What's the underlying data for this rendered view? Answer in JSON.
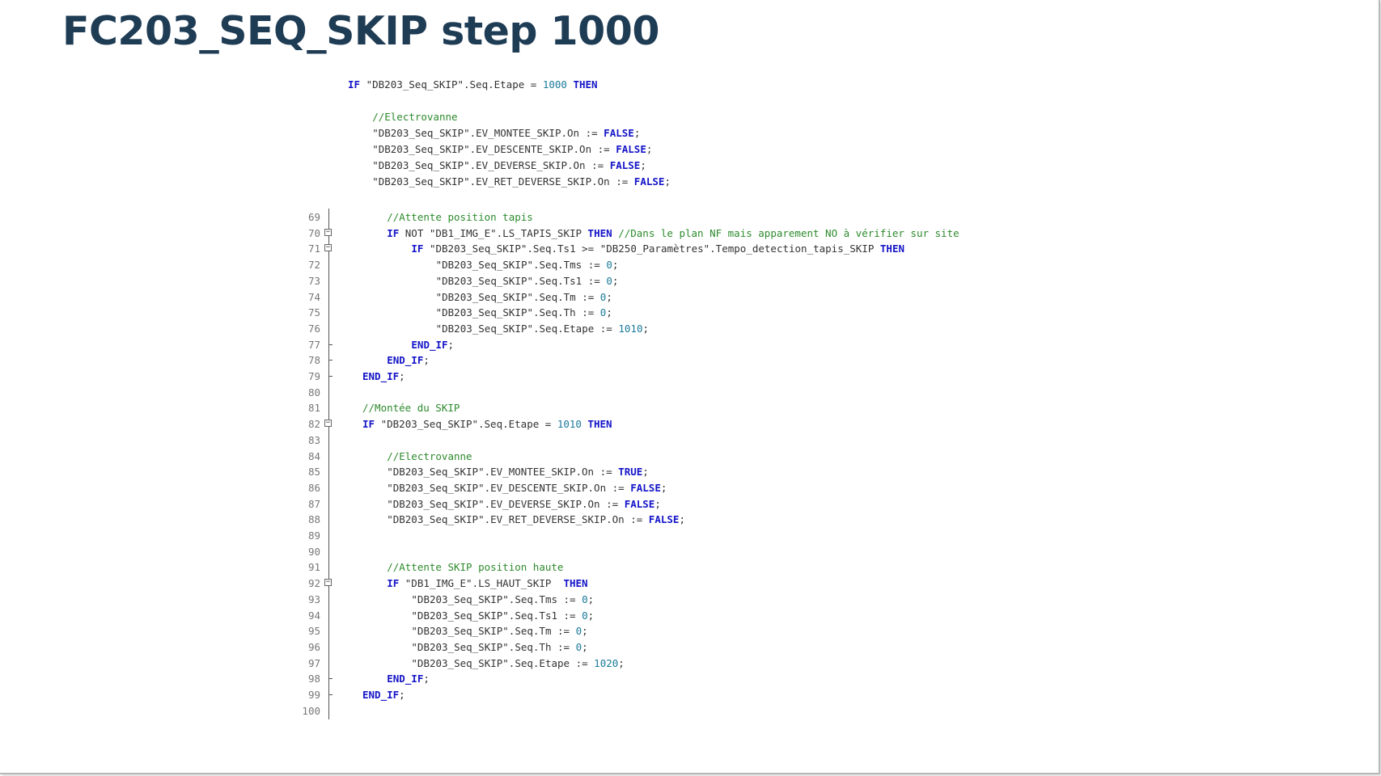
{
  "title": "FC203_SEQ_SKIP step 1000",
  "header_lines": [
    {
      "indent": 0,
      "tokens": [
        {
          "k": "kw",
          "t": "IF"
        },
        {
          "k": "",
          "t": " \"DB203_Seq_SKIP\".Seq.Etape = "
        },
        {
          "k": "num",
          "t": "1000"
        },
        {
          "k": "",
          "t": " "
        },
        {
          "k": "kw",
          "t": "THEN"
        }
      ]
    },
    {
      "indent": 0,
      "tokens": []
    },
    {
      "indent": 4,
      "tokens": [
        {
          "k": "cm",
          "t": "//Electrovanne"
        }
      ]
    },
    {
      "indent": 4,
      "tokens": [
        {
          "k": "",
          "t": "\"DB203_Seq_SKIP\".EV_MONTEE_SKIP.On := "
        },
        {
          "k": "kw",
          "t": "FALSE"
        },
        {
          "k": "",
          "t": ";"
        }
      ]
    },
    {
      "indent": 4,
      "tokens": [
        {
          "k": "",
          "t": "\"DB203_Seq_SKIP\".EV_DESCENTE_SKIP.On := "
        },
        {
          "k": "kw",
          "t": "FALSE"
        },
        {
          "k": "",
          "t": ";"
        }
      ]
    },
    {
      "indent": 4,
      "tokens": [
        {
          "k": "",
          "t": "\"DB203_Seq_SKIP\".EV_DEVERSE_SKIP.On := "
        },
        {
          "k": "kw",
          "t": "FALSE"
        },
        {
          "k": "",
          "t": ";"
        }
      ]
    },
    {
      "indent": 4,
      "tokens": [
        {
          "k": "",
          "t": "\"DB203_Seq_SKIP\".EV_RET_DEVERSE_SKIP.On := "
        },
        {
          "k": "kw",
          "t": "FALSE"
        },
        {
          "k": "",
          "t": ";"
        }
      ]
    }
  ],
  "editor_lines": [
    {
      "num": "69",
      "fold": "line",
      "indent": 4,
      "tokens": [
        {
          "k": "cm",
          "t": "//Attente position tapis"
        }
      ]
    },
    {
      "num": "70",
      "fold": "box",
      "indent": 4,
      "tokens": [
        {
          "k": "kw",
          "t": "IF"
        },
        {
          "k": "",
          "t": " NOT \"DB1_IMG_E\".LS_TAPIS_SKIP "
        },
        {
          "k": "kw",
          "t": "THEN"
        },
        {
          "k": "",
          "t": " "
        },
        {
          "k": "cm",
          "t": "//Dans le plan NF mais apparement NO à vérifier sur site"
        }
      ]
    },
    {
      "num": "71",
      "fold": "box",
      "indent": 8,
      "tokens": [
        {
          "k": "kw",
          "t": "IF"
        },
        {
          "k": "",
          "t": " \"DB203_Seq_SKIP\".Seq.Ts1 >= \"DB250_Paramètres\".Tempo_detection_tapis_SKIP "
        },
        {
          "k": "kw",
          "t": "THEN"
        }
      ]
    },
    {
      "num": "72",
      "fold": "line",
      "indent": 12,
      "tokens": [
        {
          "k": "",
          "t": "\"DB203_Seq_SKIP\".Seq.Tms := "
        },
        {
          "k": "num",
          "t": "0"
        },
        {
          "k": "",
          "t": ";"
        }
      ]
    },
    {
      "num": "73",
      "fold": "line",
      "indent": 12,
      "tokens": [
        {
          "k": "",
          "t": "\"DB203_Seq_SKIP\".Seq.Ts1 := "
        },
        {
          "k": "num",
          "t": "0"
        },
        {
          "k": "",
          "t": ";"
        }
      ]
    },
    {
      "num": "74",
      "fold": "line",
      "indent": 12,
      "tokens": [
        {
          "k": "",
          "t": "\"DB203_Seq_SKIP\".Seq.Tm := "
        },
        {
          "k": "num",
          "t": "0"
        },
        {
          "k": "",
          "t": ";"
        }
      ]
    },
    {
      "num": "75",
      "fold": "line",
      "indent": 12,
      "tokens": [
        {
          "k": "",
          "t": "\"DB203_Seq_SKIP\".Seq.Th := "
        },
        {
          "k": "num",
          "t": "0"
        },
        {
          "k": "",
          "t": ";"
        }
      ]
    },
    {
      "num": "76",
      "fold": "line",
      "indent": 12,
      "tokens": [
        {
          "k": "",
          "t": "\"DB203_Seq_SKIP\".Seq.Etape := "
        },
        {
          "k": "num",
          "t": "1010"
        },
        {
          "k": "",
          "t": ";"
        }
      ]
    },
    {
      "num": "77",
      "fold": "end",
      "indent": 8,
      "tokens": [
        {
          "k": "kw",
          "t": "END_IF"
        },
        {
          "k": "",
          "t": ";"
        }
      ]
    },
    {
      "num": "78",
      "fold": "end",
      "indent": 4,
      "tokens": [
        {
          "k": "kw",
          "t": "END_IF"
        },
        {
          "k": "",
          "t": ";"
        }
      ]
    },
    {
      "num": "79",
      "fold": "end",
      "indent": 0,
      "tokens": [
        {
          "k": "kw",
          "t": "END_IF"
        },
        {
          "k": "",
          "t": ";"
        }
      ]
    },
    {
      "num": "80",
      "fold": "line",
      "indent": 0,
      "tokens": []
    },
    {
      "num": "81",
      "fold": "line",
      "indent": 0,
      "tokens": [
        {
          "k": "cm",
          "t": "//Montée du SKIP"
        }
      ]
    },
    {
      "num": "82",
      "fold": "box",
      "indent": 0,
      "tokens": [
        {
          "k": "kw",
          "t": "IF"
        },
        {
          "k": "",
          "t": " \"DB203_Seq_SKIP\".Seq.Etape = "
        },
        {
          "k": "num",
          "t": "1010"
        },
        {
          "k": "",
          "t": " "
        },
        {
          "k": "kw",
          "t": "THEN"
        }
      ]
    },
    {
      "num": "83",
      "fold": "line",
      "indent": 0,
      "tokens": []
    },
    {
      "num": "84",
      "fold": "line",
      "indent": 4,
      "tokens": [
        {
          "k": "cm",
          "t": "//Electrovanne"
        }
      ]
    },
    {
      "num": "85",
      "fold": "line",
      "indent": 4,
      "tokens": [
        {
          "k": "",
          "t": "\"DB203_Seq_SKIP\".EV_MONTEE_SKIP.On := "
        },
        {
          "k": "kw",
          "t": "TRUE"
        },
        {
          "k": "",
          "t": ";"
        }
      ]
    },
    {
      "num": "86",
      "fold": "line",
      "indent": 4,
      "tokens": [
        {
          "k": "",
          "t": "\"DB203_Seq_SKIP\".EV_DESCENTE_SKIP.On := "
        },
        {
          "k": "kw",
          "t": "FALSE"
        },
        {
          "k": "",
          "t": ";"
        }
      ]
    },
    {
      "num": "87",
      "fold": "line",
      "indent": 4,
      "tokens": [
        {
          "k": "",
          "t": "\"DB203_Seq_SKIP\".EV_DEVERSE_SKIP.On := "
        },
        {
          "k": "kw",
          "t": "FALSE"
        },
        {
          "k": "",
          "t": ";"
        }
      ]
    },
    {
      "num": "88",
      "fold": "line",
      "indent": 4,
      "tokens": [
        {
          "k": "",
          "t": "\"DB203_Seq_SKIP\".EV_RET_DEVERSE_SKIP.On := "
        },
        {
          "k": "kw",
          "t": "FALSE"
        },
        {
          "k": "",
          "t": ";"
        }
      ]
    },
    {
      "num": "89",
      "fold": "line",
      "indent": 0,
      "tokens": []
    },
    {
      "num": "90",
      "fold": "line",
      "indent": 0,
      "tokens": []
    },
    {
      "num": "91",
      "fold": "line",
      "indent": 4,
      "tokens": [
        {
          "k": "cm",
          "t": "//Attente SKIP position haute"
        }
      ]
    },
    {
      "num": "92",
      "fold": "box",
      "indent": 4,
      "tokens": [
        {
          "k": "kw",
          "t": "IF"
        },
        {
          "k": "",
          "t": " \"DB1_IMG_E\".LS_HAUT_SKIP  "
        },
        {
          "k": "kw",
          "t": "THEN"
        }
      ]
    },
    {
      "num": "93",
      "fold": "line",
      "indent": 8,
      "tokens": [
        {
          "k": "",
          "t": "\"DB203_Seq_SKIP\".Seq.Tms := "
        },
        {
          "k": "num",
          "t": "0"
        },
        {
          "k": "",
          "t": ";"
        }
      ]
    },
    {
      "num": "94",
      "fold": "line",
      "indent": 8,
      "tokens": [
        {
          "k": "",
          "t": "\"DB203_Seq_SKIP\".Seq.Ts1 := "
        },
        {
          "k": "num",
          "t": "0"
        },
        {
          "k": "",
          "t": ";"
        }
      ]
    },
    {
      "num": "95",
      "fold": "line",
      "indent": 8,
      "tokens": [
        {
          "k": "",
          "t": "\"DB203_Seq_SKIP\".Seq.Tm := "
        },
        {
          "k": "num",
          "t": "0"
        },
        {
          "k": "",
          "t": ";"
        }
      ]
    },
    {
      "num": "96",
      "fold": "line",
      "indent": 8,
      "tokens": [
        {
          "k": "",
          "t": "\"DB203_Seq_SKIP\".Seq.Th := "
        },
        {
          "k": "num",
          "t": "0"
        },
        {
          "k": "",
          "t": ";"
        }
      ]
    },
    {
      "num": "97",
      "fold": "line",
      "indent": 8,
      "tokens": [
        {
          "k": "",
          "t": "\"DB203_Seq_SKIP\".Seq.Etape := "
        },
        {
          "k": "num",
          "t": "1020"
        },
        {
          "k": "",
          "t": ";"
        }
      ]
    },
    {
      "num": "98",
      "fold": "end",
      "indent": 4,
      "tokens": [
        {
          "k": "kw",
          "t": "END_IF"
        },
        {
          "k": "",
          "t": ";"
        }
      ]
    },
    {
      "num": "99",
      "fold": "end",
      "indent": 0,
      "tokens": [
        {
          "k": "kw",
          "t": "END_IF"
        },
        {
          "k": "",
          "t": ";"
        }
      ]
    },
    {
      "num": "100",
      "fold": "line",
      "indent": 0,
      "tokens": []
    }
  ]
}
